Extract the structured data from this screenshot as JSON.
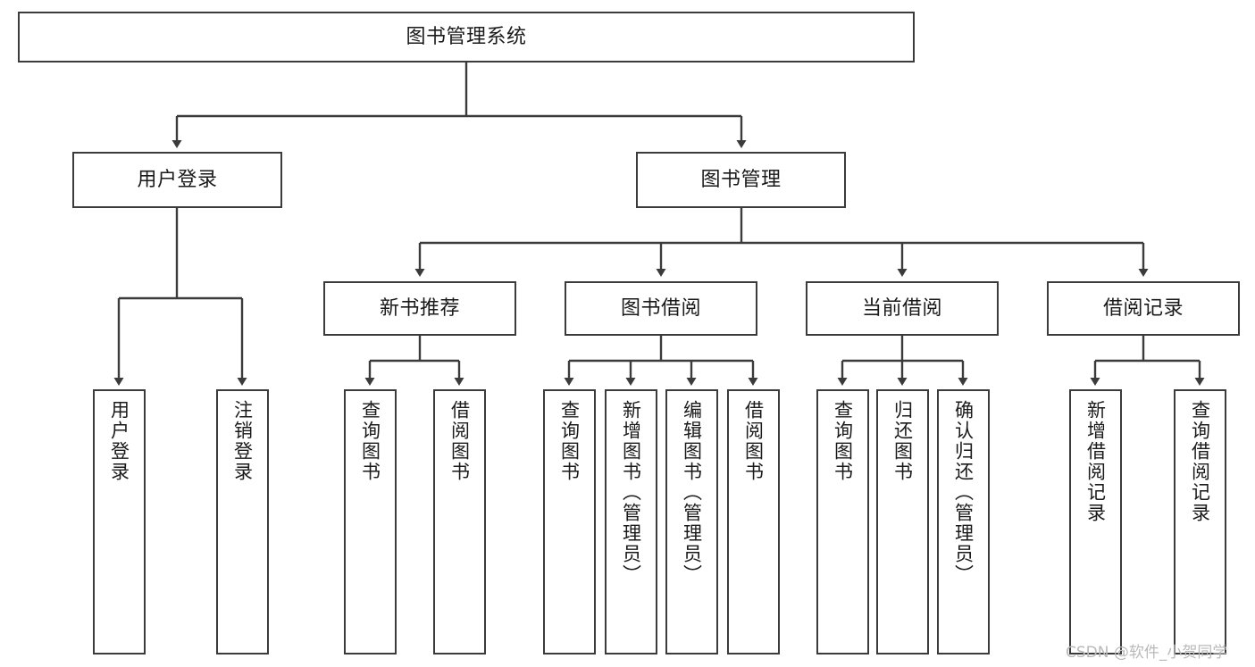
{
  "diagram": {
    "title": "图书管理系统",
    "type": "tree-hierarchy-chart",
    "line_color": "#3b3b3b",
    "box_fill": "#ffffff",
    "text_color": "#1a1a1a"
  },
  "nodes": {
    "root": {
      "label": "图书管理系统"
    },
    "level2": [
      {
        "label": "用户登录"
      },
      {
        "label": "图书管理"
      }
    ],
    "level3": [
      {
        "label": "新书推荐"
      },
      {
        "label": "图书借阅"
      },
      {
        "label": "当前借阅"
      },
      {
        "label": "借阅记录"
      }
    ],
    "leaves_user_login": [
      {
        "label": "用户登录"
      },
      {
        "label": "注销登录"
      }
    ],
    "leaves_new_book": [
      {
        "label": "查询图书"
      },
      {
        "label": "借阅图书"
      }
    ],
    "leaves_book_borrow": [
      {
        "label": "查询图书"
      },
      {
        "label": "新增图书（管理员）"
      },
      {
        "label": "编辑图书（管理员）"
      },
      {
        "label": "借阅图书"
      }
    ],
    "leaves_current_borrow": [
      {
        "label": "查询图书"
      },
      {
        "label": "归还图书"
      },
      {
        "label": "确认归还（管理员）"
      }
    ],
    "leaves_borrow_record": [
      {
        "label": "新增借阅记录"
      },
      {
        "label": "查询借阅记录"
      }
    ]
  },
  "watermark": {
    "text": "CSDN @软件_小贺同学",
    "color": "#b9b9b9"
  }
}
